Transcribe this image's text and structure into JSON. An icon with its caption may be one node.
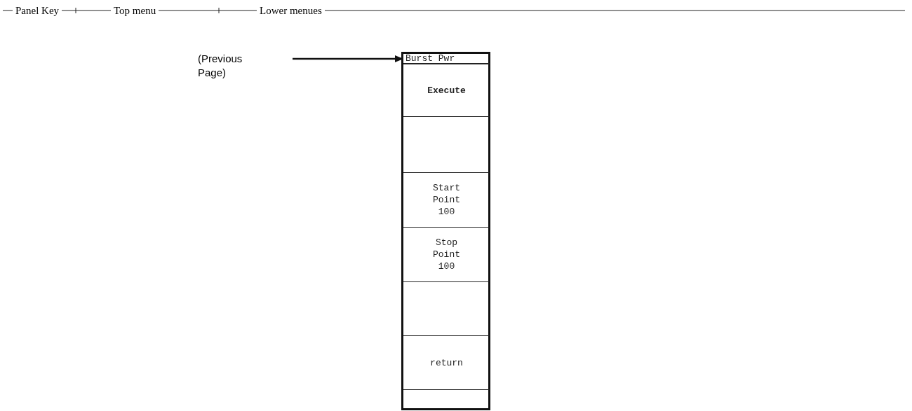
{
  "diagram": {
    "nodes": [
      {
        "text": [],
        "shape": "box"
      },
      {
        "text": [
          "Burst Pwr"
        ],
        "in": 0
      },
      {
        "text": [
          "Execute"
        ],
        "in": 0
      },
      {
        "text": [],
        "shape": "box",
        "in": 0
      },
      {
        "text": [
          "Start Point 100"
        ],
        "in": 0
      },
      {
        "text": [
          "Stop Point 100"
        ],
        "in": 0
      },
      {
        "text": [],
        "shape": "box",
        "in": 0
      },
      {
        "text": [
          "return"
        ],
        "in": 0
      },
      {
        "text": [],
        "shape": "box",
        "in": 0
      },
      {
        "text": [
          "(Previous Page)"
        ]
      }
    ],
    "edges": [
      {
        "from": 9,
        "to": 1,
        "arrow": "to"
      }
    ],
    "labels": [
      "Panel Key",
      "Top menu",
      "Lower menues"
    ]
  }
}
